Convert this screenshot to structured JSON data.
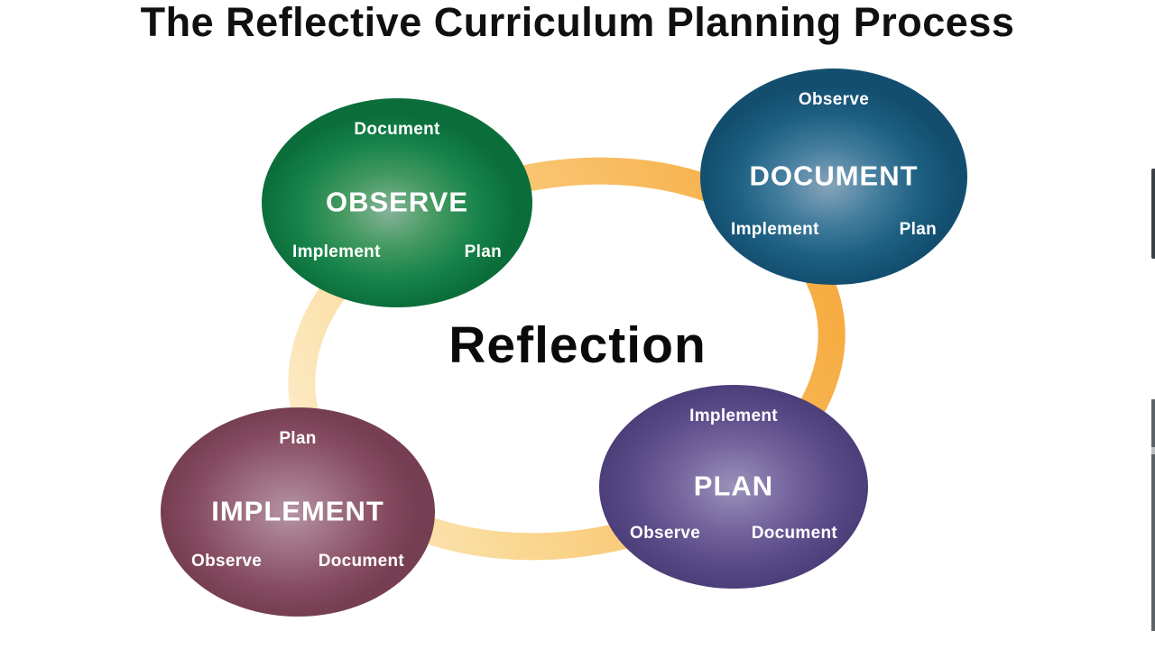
{
  "title": "The Reflective Curriculum Planning Process",
  "center_label": "Reflection",
  "bubbles": {
    "observe": {
      "main": "OBSERVE",
      "top": "Document",
      "bottom_left": "Implement",
      "bottom_right": "Plan",
      "color": "#16834A"
    },
    "document": {
      "main": "DOCUMENT",
      "top": "Observe",
      "bottom_left": "Implement",
      "bottom_right": "Plan",
      "color": "#1D5F82"
    },
    "plan": {
      "main": "PLAN",
      "top": "Implement",
      "bottom_left": "Observe",
      "bottom_right": "Document",
      "color": "#5A4B89"
    },
    "implement": {
      "main": "IMPLEMENT",
      "top": "Plan",
      "bottom_left": "Observe",
      "bottom_right": "Document",
      "color": "#854A60"
    }
  },
  "ring": {
    "color_bright": "#F6A93C",
    "color_mid1": "#F9C46F",
    "color_mid2": "#FAD893",
    "color_pale": "#FCE9C2"
  },
  "text_color": "#FFFFFF",
  "label_color": "#0A0A0A"
}
